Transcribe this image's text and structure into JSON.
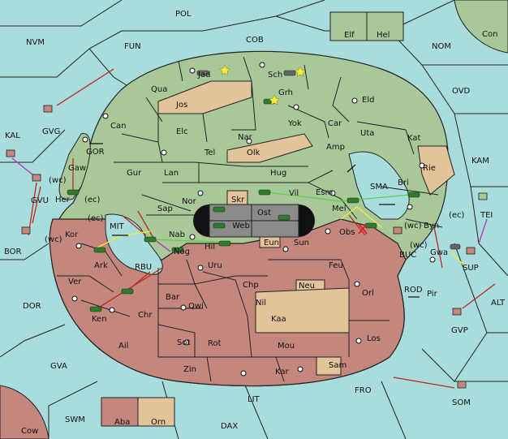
{
  "map": {
    "colors": {
      "sea": "#a9dcdc",
      "north": "#a8c89a",
      "south": "#c4877e",
      "neutral": "#e2c39a",
      "center": "#8a8a8a",
      "border": "#222222"
    },
    "sea_labels": [
      "POL",
      "COB",
      "FUN",
      "NVM",
      "NOM",
      "OVD",
      "KAL",
      "BOR",
      "KAM",
      "DOR",
      "ALT",
      "GVA",
      "FRO",
      "SWM",
      "LIT",
      "DAX",
      "MIT",
      "RBU",
      "BUC",
      "ROD",
      "SMA",
      "GOR",
      "GVG",
      "GVU",
      "GVP",
      "TEI",
      "SUP",
      "SOM"
    ],
    "land_labels": [
      "Con",
      "Elf",
      "Hel",
      "Cow",
      "Jad",
      "Sch",
      "Qua",
      "Jos",
      "Grh",
      "Can",
      "Yok",
      "Eld",
      "Car",
      "Elc",
      "Nar",
      "Uta",
      "Amp",
      "Kat",
      "Tel",
      "Olk",
      "Gaw",
      "Gur",
      "Hug",
      "Rie",
      "Lan",
      "Esm",
      "Bri",
      "Vil",
      "Her",
      "Nor",
      "Skr",
      "Ost",
      "Mel",
      "Sap",
      "Web",
      "Obs",
      "Byn",
      "Kor",
      "Nab",
      "Sun",
      "Eun",
      "Hil",
      "Ark",
      "Nog",
      "Uru",
      "Feu",
      "Pir",
      "Gwa",
      "Ver",
      "Chp",
      "Neu",
      "Bar",
      "Qwi",
      "Nil",
      "Orl",
      "Ken",
      "Chr",
      "Kaa",
      "Ail",
      "Sot",
      "Rot",
      "Mou",
      "Los",
      "Zin",
      "Kar",
      "Sam",
      "Aba",
      "Orn"
    ],
    "annotations": [
      "(wc)",
      "(ec)",
      "(ec)",
      "(wc)",
      "(wc)",
      "(wc)",
      "(ec)"
    ]
  }
}
